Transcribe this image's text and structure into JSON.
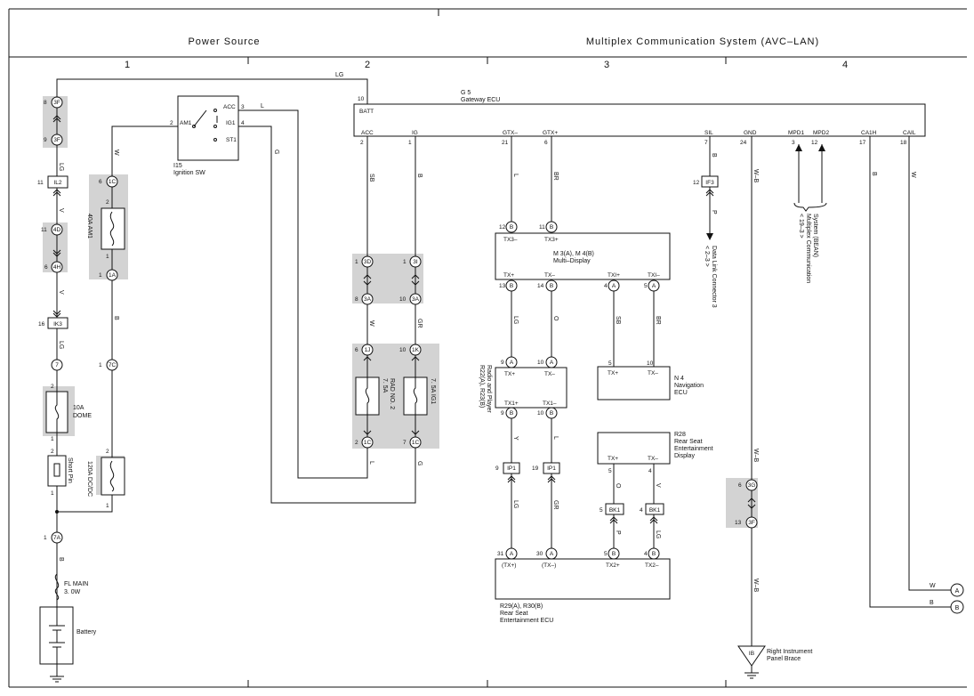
{
  "header": {
    "left": "Power Source",
    "right": "Multiplex Communication System (AVC–LAN)",
    "columns": [
      "1",
      "2",
      "3",
      "4"
    ]
  },
  "wire_colors": {
    "lg_top": "LG",
    "lg": "LG",
    "v": "V",
    "w": "W",
    "b": "B",
    "g": "G",
    "l": "L",
    "sb": "SB",
    "gr": "GR",
    "y": "Y",
    "o": "O",
    "br": "BR",
    "p": "P",
    "w_b": "W–B",
    "gr2": "GR"
  },
  "connectors": {
    "c3f_8": "8",
    "c3f": "3F",
    "c3f_9": "9",
    "il2_11": "11",
    "il2": "IL2",
    "c4d_11": "11",
    "c4d": "4D",
    "c4h_6": "6",
    "c4h": "4H",
    "ik3_16": "16",
    "ik3": "IK3",
    "c7": "7",
    "c7a_1": "1",
    "c7a": "7A",
    "c1c_6": "6",
    "c1c": "1C",
    "c1a_1": "1",
    "c1a": "1A",
    "c7c_1": "1",
    "c7c": "7C",
    "c3d_1": "1",
    "c3d": "3D",
    "c3a_8": "8",
    "c3a": "3A",
    "c3i_1": "1",
    "c3i": "3I",
    "c3a2_10": "10",
    "c3a2": "3A",
    "c1j_6": "6",
    "c1j": "1J",
    "c1k_10": "10",
    "c1k": "1K",
    "c1c2_2": "2",
    "c1c2": "1C",
    "c1c3_7": "7",
    "c1c3": "1C",
    "if3_12": "12",
    "if3": "IF3",
    "c3g_6": "6",
    "c3g": "3G",
    "c3f2_13": "13",
    "c3f2": "3F",
    "ip1a_9": "9",
    "ip1a": "IP1",
    "ip1b_19": "19",
    "ip1b": "IP1",
    "bk1a_5": "5",
    "bk1a": "BK1",
    "bk1b_4": "4",
    "bk1b": "BK1"
  },
  "fuses": {
    "am1": "40A AM1",
    "dome_amp": "10A",
    "dome": "DOME",
    "short_pin": "Short Pin",
    "dcdc": "120A DC/DC",
    "rad_amp": "7. 5A",
    "rad": "RAD NO. 2",
    "ig1": "7. 5A IG1",
    "fl_main": "FL MAIN",
    "fl_size": "3. 0W",
    "battery": "Battery"
  },
  "pin_numbers": {
    "two": "2",
    "one": "1",
    "three": "3",
    "four": "4"
  },
  "ignition": {
    "id": "I15",
    "name": "Ignition SW",
    "am1": "AM1",
    "acc": "ACC",
    "ig1": "IG1",
    "st1": "ST1"
  },
  "gateway": {
    "id": "G 5",
    "name": "Gateway ECU",
    "batt": "BATT",
    "batt_pin": "10",
    "pins": [
      {
        "num": "2",
        "label": "ACC"
      },
      {
        "num": "1",
        "label": "IG"
      },
      {
        "num": "21",
        "label": "GTX–"
      },
      {
        "num": "6",
        "label": "GTX+"
      },
      {
        "num": "7",
        "label": "SIL"
      },
      {
        "num": "24",
        "label": "GND"
      },
      {
        "num": "3",
        "label": "MPD1"
      },
      {
        "num": "12",
        "label": "MPD2"
      },
      {
        "num": "17",
        "label": "CA1H"
      },
      {
        "num": "18",
        "label": "CAIL"
      }
    ]
  },
  "multi_display": {
    "id": "M 3(A), M 4(B)",
    "name": "Multi–Display",
    "tx3m": "TX3–",
    "tx3p": "TX3+",
    "txp": "TX+",
    "txm": "TX–",
    "txip": "TXI+",
    "txim": "TXI–",
    "pin12": "12",
    "pin11": "11",
    "pin13": "13",
    "pin14": "14",
    "pin4": "4",
    "pin5": "5",
    "a": "A",
    "b": "B"
  },
  "radio": {
    "id": "R22(A), R23(B)",
    "name": "Radio and Player",
    "txp": "TX+",
    "txm": "TX–",
    "tx1p": "TX1+",
    "tx1m": "TX1–",
    "p9": "9",
    "p10": "10"
  },
  "navigation": {
    "id": "N 4",
    "name": "Navigation",
    "name2": "ECU",
    "txp": "TX+",
    "txm": "TX–",
    "p5": "5",
    "p10": "10"
  },
  "rear_display": {
    "id": "R28",
    "name": "Rear Seat",
    "name2": "Entertainment",
    "name3": "Display",
    "txp": "TX+",
    "txm": "TX–",
    "p5": "5",
    "p4": "4"
  },
  "rear_ecu": {
    "id": "R29(A),  R30(B)",
    "name": "Rear Seat",
    "name2": "Entertainment ECU",
    "p31": "31",
    "p30": "30",
    "p5": "5",
    "p4": "4",
    "txp": "(TX+)",
    "txm": "(TX–)",
    "tx2p": "TX2+",
    "tx2m": "TX2–"
  },
  "dlc": {
    "name": "Data Link Connector 3",
    "ref": "< 2–3 >"
  },
  "multiplex": {
    "name": "Multiplex Communication",
    "name2": "System (BEAN)",
    "ref": "< 19–3 >"
  },
  "ground": {
    "id": "IB",
    "name": "Right Instrument",
    "name2": "Panel Brace"
  },
  "outputs": {
    "a": "A",
    "b": "B",
    "w": "W",
    "bw": "B"
  }
}
